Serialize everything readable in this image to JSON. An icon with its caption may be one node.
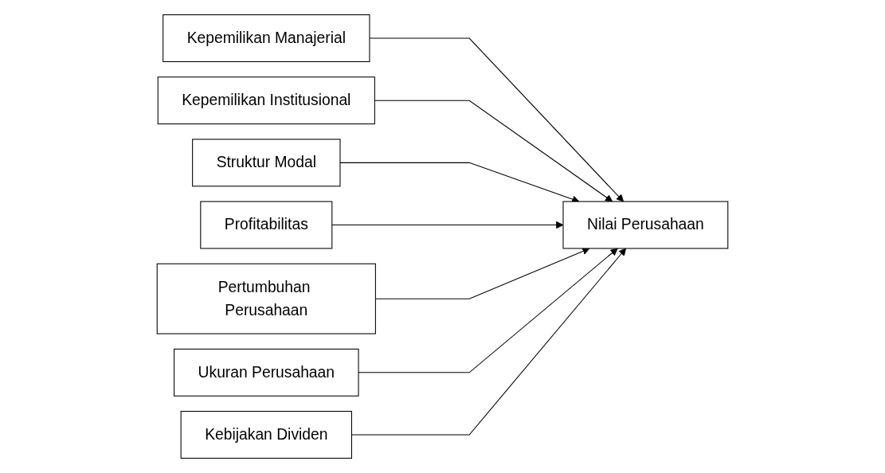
{
  "diagram": {
    "nodes": [
      {
        "text": [
          "Kepemilikan Manajerial"
        ]
      },
      {
        "text": [
          "Kepemilikan Institusional"
        ]
      },
      {
        "text": [
          "Struktur Modal"
        ]
      },
      {
        "text": [
          "Profitabilitas"
        ]
      },
      {
        "text": [
          "Pertumbuhan Perusahaan"
        ]
      },
      {
        "text": [
          "Ukuran Perusahaan"
        ]
      },
      {
        "text": [
          "Kebijakan Dividen"
        ]
      },
      {
        "text": [
          "Nilai Perusahaan"
        ]
      }
    ],
    "edges": [
      {
        "from": 0,
        "to": 7,
        "arrow": "to"
      },
      {
        "from": 1,
        "to": 7,
        "arrow": "to"
      },
      {
        "from": 2,
        "to": 7,
        "arrow": "to"
      },
      {
        "from": 3,
        "to": 7,
        "arrow": "to"
      },
      {
        "from": 4,
        "to": 7,
        "arrow": "to"
      },
      {
        "from": 5,
        "to": 7,
        "arrow": "to"
      },
      {
        "from": 6,
        "to": 7,
        "arrow": "to"
      }
    ]
  }
}
